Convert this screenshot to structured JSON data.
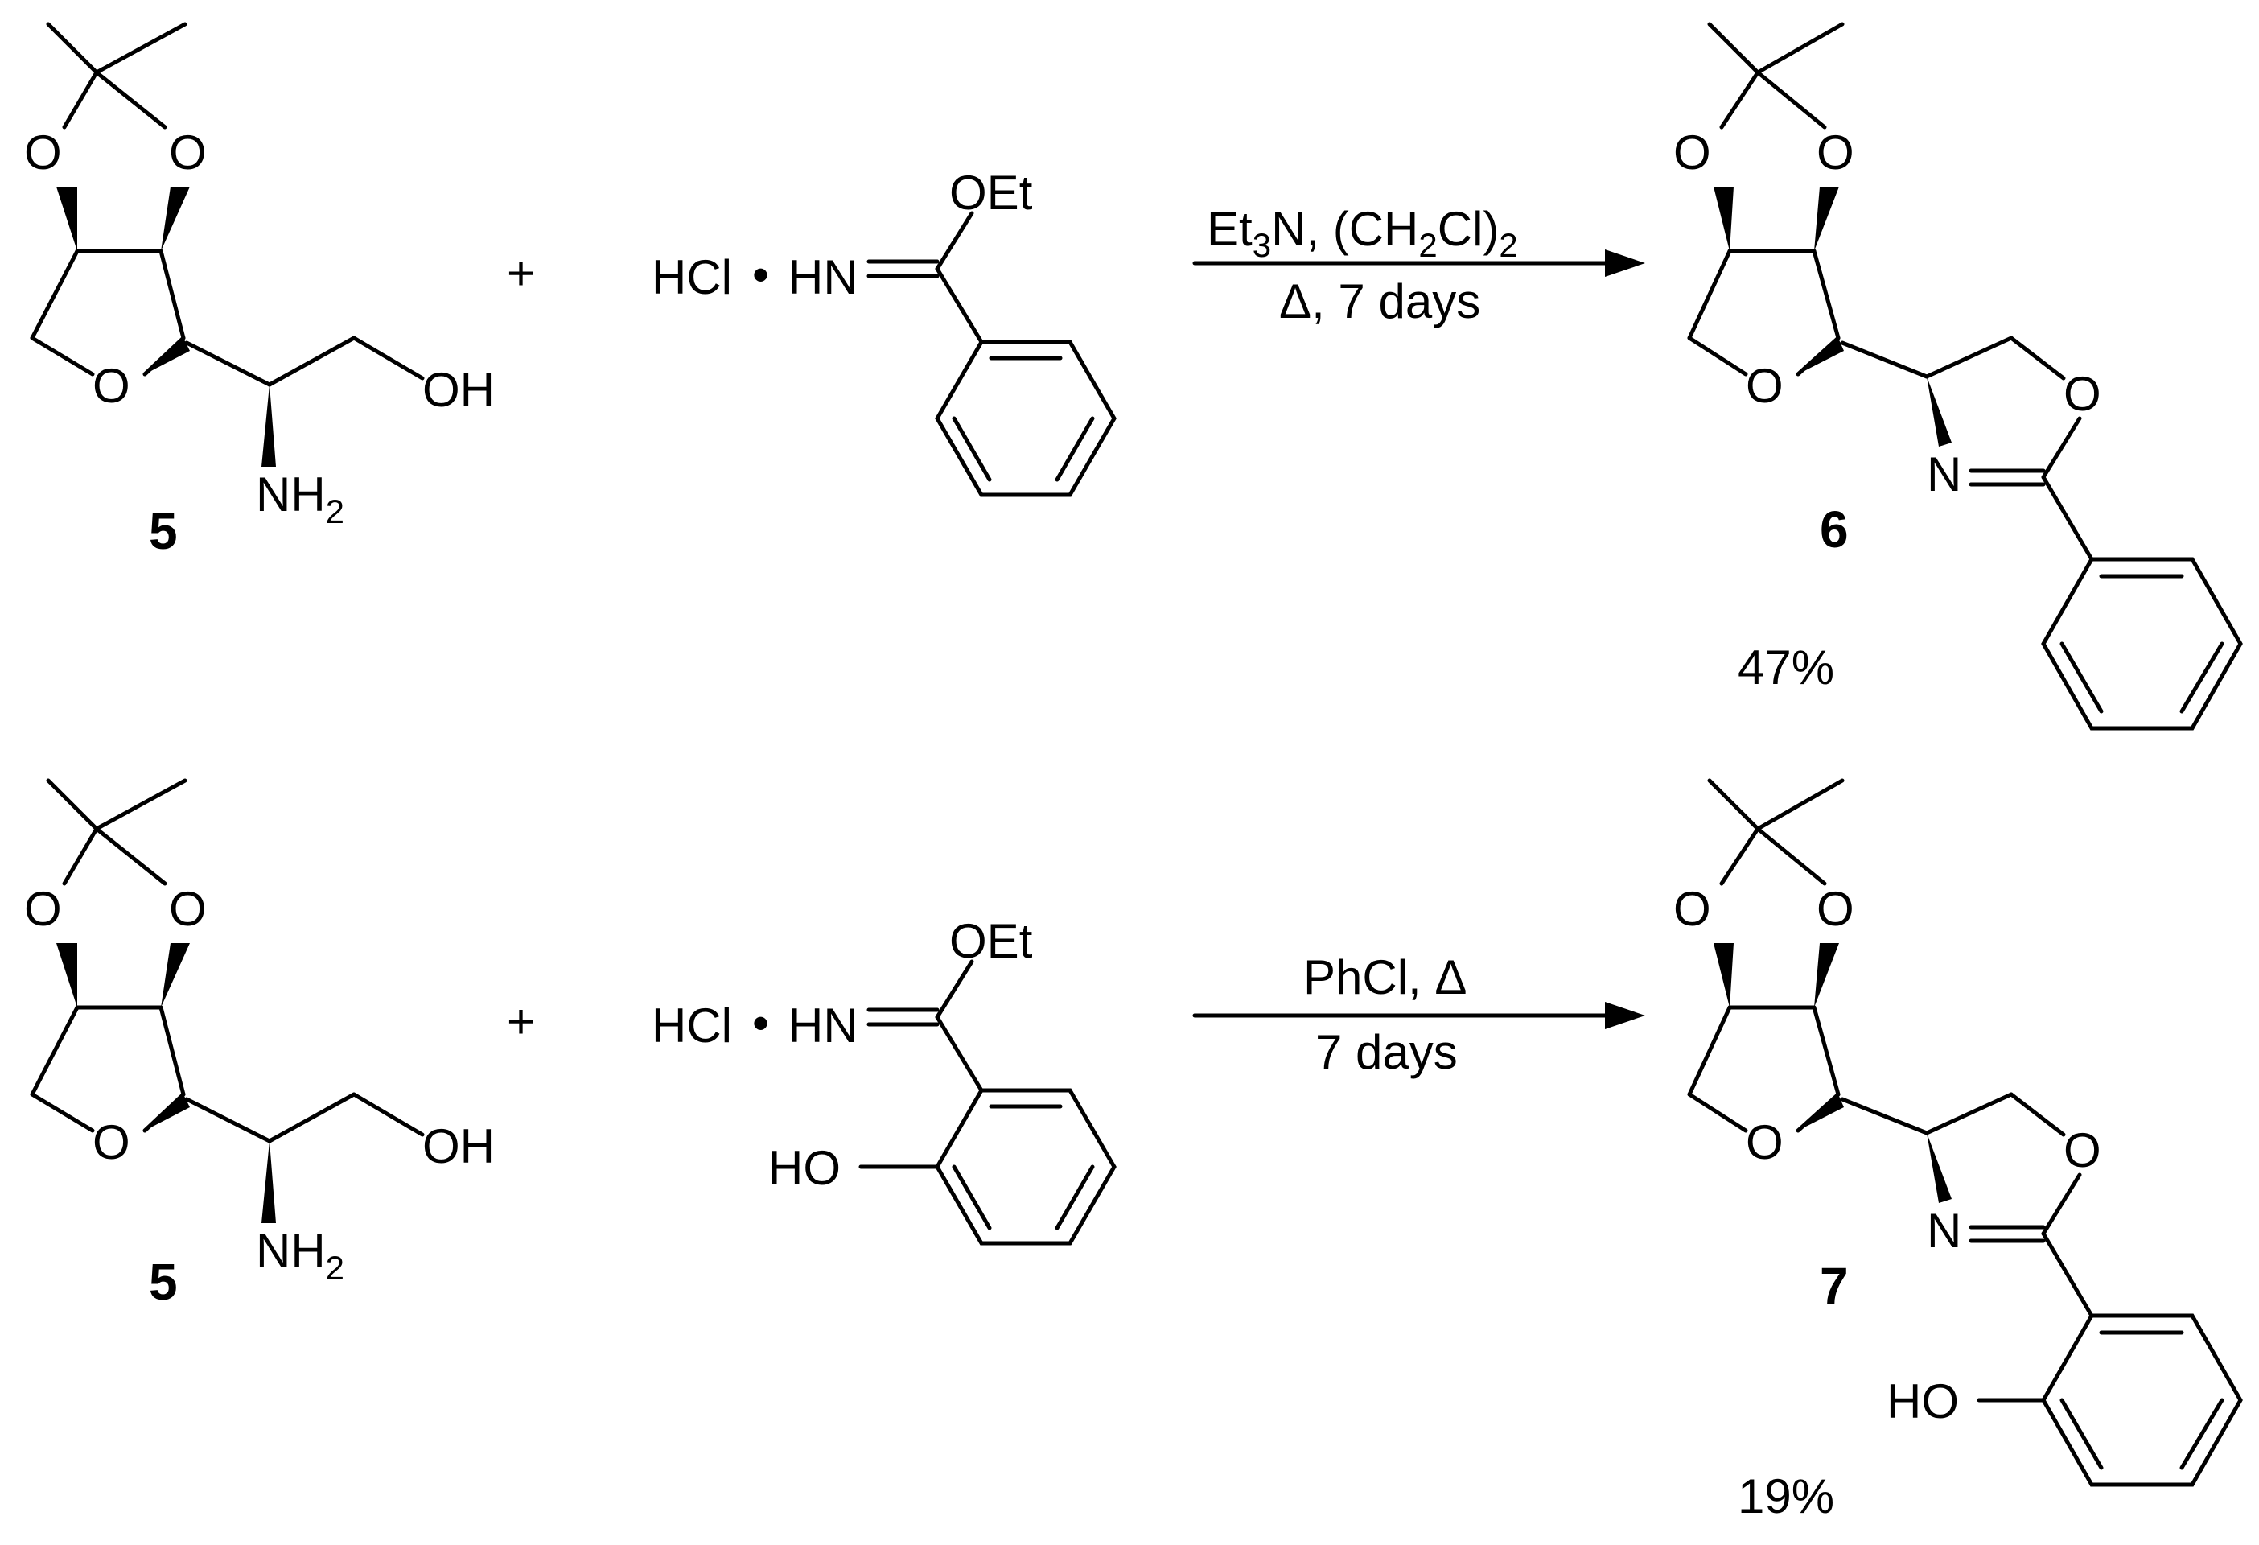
{
  "scheme": {
    "reaction1": {
      "reactant_label": "5",
      "plus": "+",
      "reagent": {
        "salt_prefix": "HCl",
        "dot": "•",
        "imine": "HN",
        "ester": "OEt"
      },
      "conditions_top": {
        "a": "Et",
        "b": "3",
        "c": "N, (CH",
        "d": "2",
        "e": "Cl)",
        "f": "2"
      },
      "conditions_bottom": "Δ, 7 days",
      "product_label": "6",
      "yield": "47%"
    },
    "reaction2": {
      "reactant_label": "5",
      "plus": "+",
      "reagent": {
        "salt_prefix": "HCl",
        "dot": "•",
        "imine": "HN",
        "ester": "OEt",
        "phenol": "HO"
      },
      "conditions_top": "PhCl, Δ",
      "conditions_bottom": "7 days",
      "product_label": "7",
      "yield": "19%",
      "product_phenol": "HO"
    },
    "atoms": {
      "O": "O",
      "N": "N",
      "OH": "OH",
      "NH": "NH",
      "H2sub": "2"
    }
  }
}
